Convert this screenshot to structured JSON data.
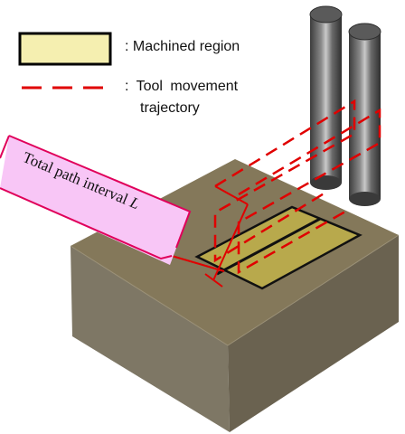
{
  "legend": {
    "machined_prefix": ": ",
    "machined_label": "Machined region",
    "tool_prefix": ":  ",
    "tool_label_line1": "Tool  movement",
    "tool_label_line2": "trajectory"
  },
  "annotation": {
    "text": "Total path interval ",
    "symbol": "L"
  },
  "colors": {
    "machined_fill": "#f5efb0",
    "machined_on_block": "#b8a94c",
    "trajectory": "#e00000",
    "block_top": "#84785a",
    "block_left": "#7e7765",
    "block_right": "#6a6250",
    "label_box": "#f8c6f6",
    "label_border": "#e0005a"
  }
}
